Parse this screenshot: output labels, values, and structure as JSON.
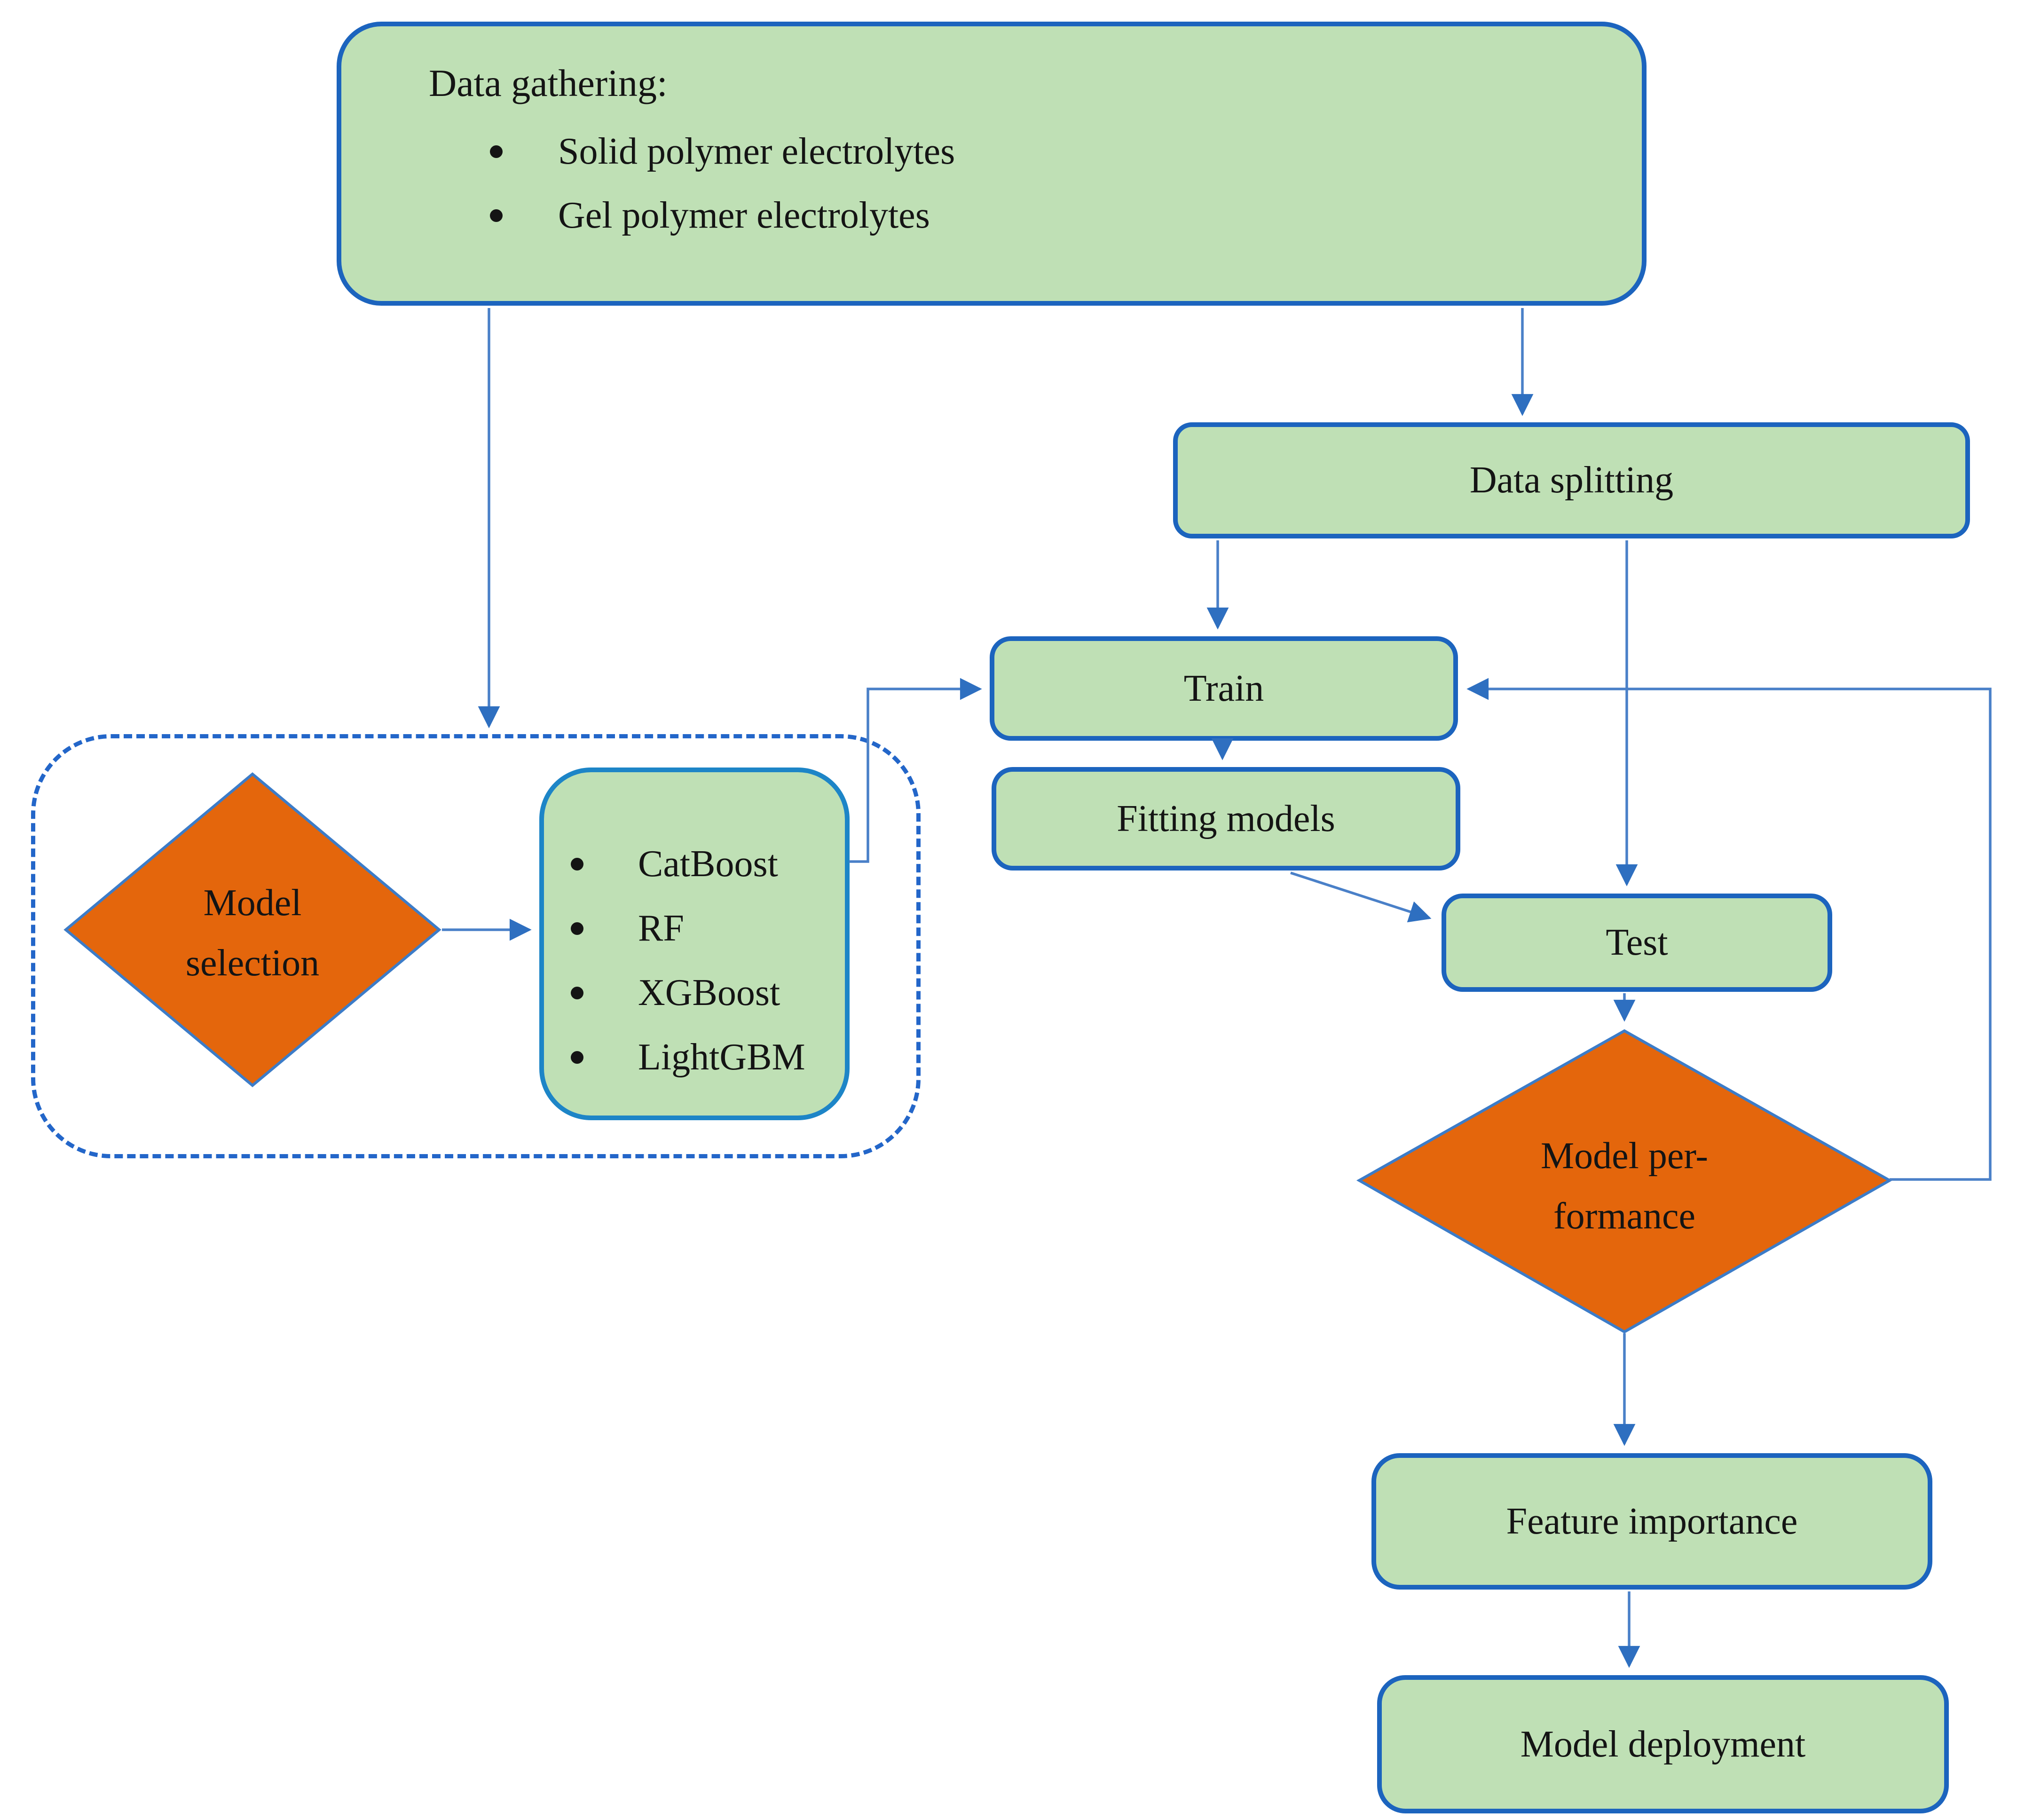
{
  "diagram": {
    "title_node": {
      "title": "Data gathering:",
      "bullets": [
        "Solid polymer electrolytes",
        "Gel polymer electrolytes"
      ]
    },
    "nodes": {
      "data_splitting": {
        "label": "Data splitting"
      },
      "train": {
        "label": "Train"
      },
      "fitting_models": {
        "label": "Fitting models"
      },
      "test": {
        "label": "Test"
      },
      "feature_importance": {
        "label": "Feature importance"
      },
      "model_deployment": {
        "label": "Model deployment"
      }
    },
    "decisions": {
      "model_selection": {
        "line1": "Model",
        "line2": "selection"
      },
      "model_performance": {
        "line1": "Model per-",
        "line2": "formance"
      }
    },
    "model_list": {
      "bullets": [
        "CatBoost",
        "RF",
        "XGBoost",
        "LightGBM"
      ]
    },
    "colors": {
      "node_fill": "#bfe0b5",
      "node_border": "#1c64be",
      "model_list_border": "#1d85c7",
      "diamond_fill": "#e4660c",
      "diamond_border": "#3c7cc8",
      "connector": "#4a80c8",
      "arrowhead": "#2e6fc0",
      "dashed_border": "#2366c9",
      "text": "#141414",
      "background": "#ffffff"
    }
  }
}
